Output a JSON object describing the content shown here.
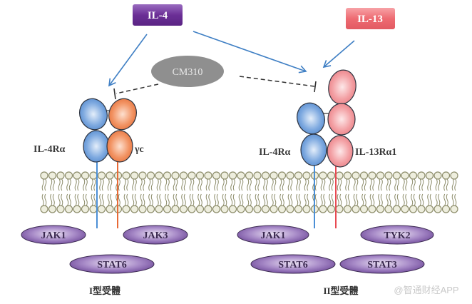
{
  "ligands": {
    "il4": {
      "label": "IL-4",
      "color": "#6b2f96"
    },
    "il13": {
      "label": "IL-13",
      "color": "#ee6b72"
    }
  },
  "drug": {
    "label": "CM310",
    "color": "#8f8f8f",
    "inhibits": [
      "IL-4Rα (Type I)",
      "IL-4Rα (Type II)"
    ]
  },
  "receptors": {
    "type1": {
      "chain_a": {
        "label": "IL-4Rα",
        "color": "#5b93d6"
      },
      "chain_b": {
        "label": "γc",
        "color": "#ec7a45"
      },
      "kinases": [
        {
          "label": "JAK1"
        },
        {
          "label": "JAK3"
        }
      ],
      "stats": [
        {
          "label": "STAT6"
        }
      ],
      "caption": "I型受體"
    },
    "type2": {
      "chain_a": {
        "label": "IL-4Rα",
        "color": "#5b93d6"
      },
      "chain_b": {
        "label": "IL-13Rα1",
        "color": "#ee8085"
      },
      "kinases": [
        {
          "label": "JAK1"
        },
        {
          "label": "TYK2"
        }
      ],
      "stats": [
        {
          "label": "STAT6"
        },
        {
          "label": "STAT3"
        }
      ],
      "caption": "II型受體"
    }
  },
  "colors": {
    "arrow": "#3f7fc4",
    "membrane": "#8c8c6a",
    "membrane_head": "#eeeede",
    "kinase": "#7a55a6"
  },
  "watermark": "@智通财经APP"
}
